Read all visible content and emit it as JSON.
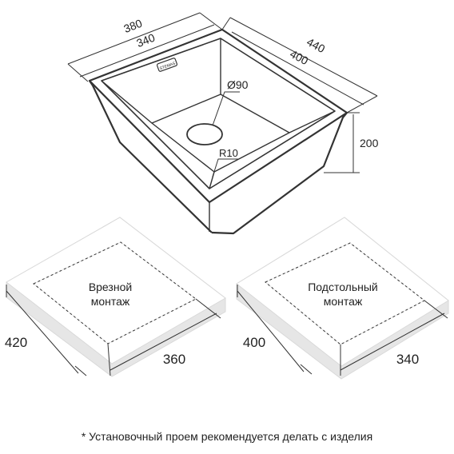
{
  "sink": {
    "dims": {
      "outer_width": "380",
      "inner_width": "340",
      "outer_depth": "440",
      "inner_depth": "400",
      "drain": "Ø90",
      "radius": "R10",
      "height": "200"
    },
    "label_plate": "STEMAS"
  },
  "mounting": {
    "flush": {
      "title_line1": "Врезной",
      "title_line2": "монтаж",
      "side_dim": "420",
      "bottom_dim": "360"
    },
    "undermount": {
      "title_line1": "Подстольный",
      "title_line2": "монтаж",
      "side_dim": "400",
      "bottom_dim": "340"
    }
  },
  "footnote": "* Установочный проем рекомендуется делать с изделия",
  "colors": {
    "line": "#333333",
    "slab_fill": "#ffffff",
    "slab_shadow": "#e6e6e6"
  }
}
